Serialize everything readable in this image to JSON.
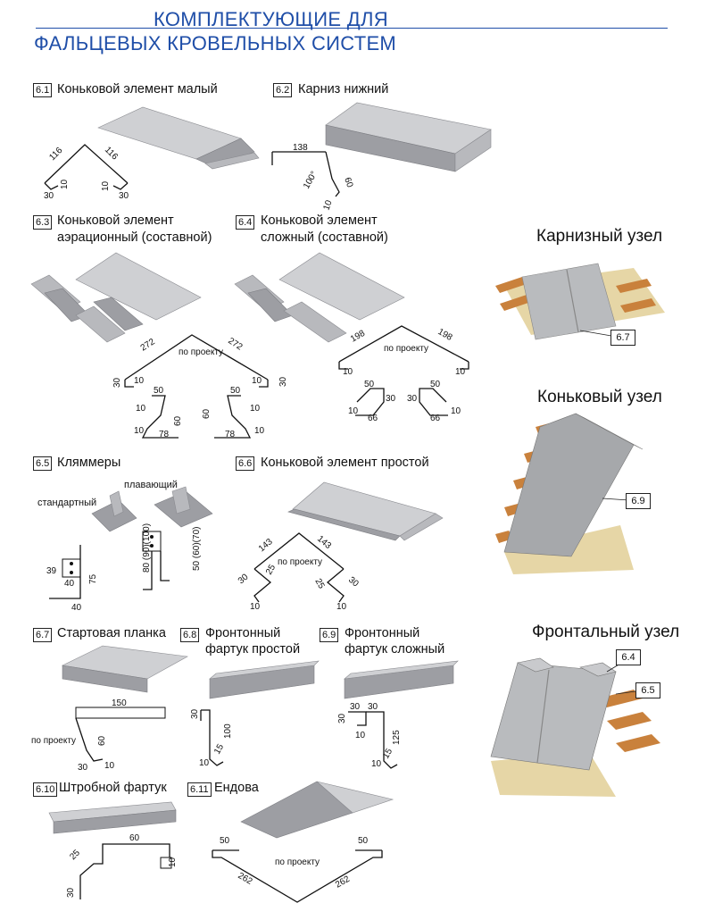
{
  "header": {
    "title_line1": "КОМПЛЕКТУЮЩИЕ ДЛЯ",
    "title_line2": "ФАЛЬЦЕВЫХ КРОВЕЛЬНЫХ СИСТЕМ"
  },
  "items": [
    {
      "num": "6.1",
      "title": "Коньковой элемент малый",
      "dims": [
        "116",
        "116",
        "30",
        "10",
        "10",
        "30"
      ]
    },
    {
      "num": "6.2",
      "title": "Карниз нижний",
      "dims": [
        "138",
        "60",
        "100°",
        "10"
      ]
    },
    {
      "num": "6.3",
      "title_line1": "Коньковой элемент",
      "title_line2": "аэрационный (составной)",
      "dims": [
        "272",
        "272",
        "по проекту",
        "30",
        "10",
        "10",
        "30",
        "50",
        "10",
        "60",
        "10",
        "78",
        "50",
        "60",
        "10",
        "78",
        "10"
      ]
    },
    {
      "num": "6.4",
      "title_line1": "Коньковой элемент",
      "title_line2": "сложный (составной)",
      "dims": [
        "198",
        "198",
        "по проекту",
        "10",
        "10",
        "50",
        "30",
        "10",
        "66",
        "50",
        "30",
        "10",
        "66"
      ]
    },
    {
      "num": "6.5",
      "title": "Кляммеры",
      "label_standard": "стандартный",
      "label_floating": "плавающий",
      "dims": [
        "39",
        "40",
        "40",
        "75",
        "80 (90)(100)",
        "50 (60)(70)"
      ]
    },
    {
      "num": "6.6",
      "title": "Коньковой элемент простой",
      "dims": [
        "143",
        "143",
        "по проекту",
        "30",
        "25",
        "10",
        "25",
        "30",
        "10"
      ]
    },
    {
      "num": "6.7",
      "title": "Стартовая планка",
      "dims": [
        "150",
        "по проекту",
        "60",
        "30",
        "10"
      ]
    },
    {
      "num": "6.8",
      "title_line1": "Фронтонный",
      "title_line2": "фартук простой",
      "dims": [
        "30",
        "100",
        "15",
        "10"
      ]
    },
    {
      "num": "6.9",
      "title_line1": "Фронтонный",
      "title_line2": "фартук сложный",
      "dims": [
        "30",
        "30",
        "30",
        "10",
        "125",
        "15",
        "10"
      ]
    },
    {
      "num": "6.10",
      "title": "Штробной фартук",
      "dims": [
        "25",
        "60",
        "30",
        "10"
      ]
    },
    {
      "num": "6.11",
      "title": "Ендова",
      "dims": [
        "50",
        "50",
        "по проекту",
        "262",
        "262"
      ]
    }
  ],
  "nodes": {
    "eave": {
      "title": "Карнизный узел",
      "callout": "6.7"
    },
    "ridge": {
      "title": "Коньковый узел",
      "callout": "6.9"
    },
    "front": {
      "title": "Фронтальный узел",
      "callout_a": "6.4",
      "callout_b": "6.5"
    }
  }
}
